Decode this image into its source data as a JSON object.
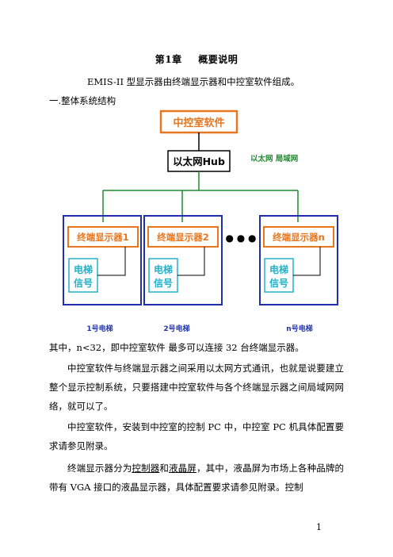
{
  "chapter": {
    "number": "第1章",
    "title": "概要说明"
  },
  "intro": "EMIS-II 型显示器由终端显示器和中控室软件组成。",
  "section_title": "一.整体系统结构",
  "diagram": {
    "control_software": "中控室软件",
    "hub": "以太网Hub",
    "network_label": "以太网 局域网",
    "terminals": [
      {
        "label": "终端显示器1",
        "signal_line1": "电梯",
        "signal_line2": "信号",
        "elevator": "1号电梯"
      },
      {
        "label": "终端显示器2",
        "signal_line1": "电梯",
        "signal_line2": "信号",
        "elevator": "2号电梯"
      },
      {
        "label": "终端显示器n",
        "signal_line1": "电梯",
        "signal_line2": "信号",
        "elevator": "n号电梯"
      }
    ],
    "ellipsis": "● ● ●",
    "colors": {
      "orange": "#e8761e",
      "blue": "#1f2fb0",
      "green": "#1e8a2e",
      "cyan": "#25b0c8",
      "navy_text": "#2233aa"
    }
  },
  "paragraphs": {
    "p1": "其中，n<32，即中控室软件 最多可以连接 32 台终端显示器。",
    "p2": "中控室软件与终端显示器之间采用以太网方式通讯，也就是说要建立整个显示控制系统，只要搭建中控室软件与各个终端显示器之间局域网网络，就可以了。",
    "p3": "中控室软件，安装到中控室的控制 PC 中，中控室 PC 机具体配置要求请参见附录。",
    "p4_a": "终端显示器分为",
    "p4_b": "控制器",
    "p4_c": "和",
    "p4_d": "液晶屏",
    "p4_e": "，其中，液晶屏为市场上各种品牌的带有 VGA 接口的液晶显示器，具体配置要求请参见附录。控制"
  },
  "page_number": "1"
}
